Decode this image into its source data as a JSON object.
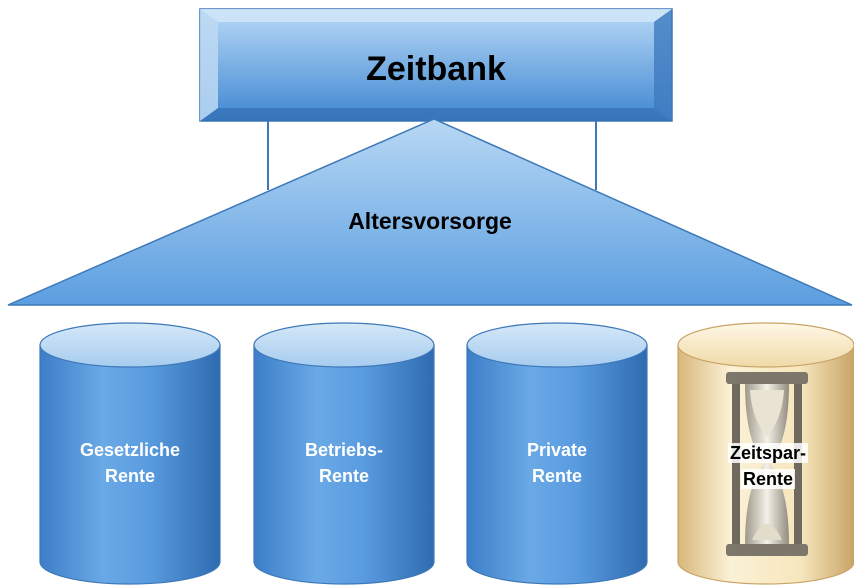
{
  "title": "Zeitbank",
  "roof": "Altersvorsorge",
  "pillars": [
    {
      "line1": "Gesetzliche",
      "line2": "Rente"
    },
    {
      "line1": "Betriebs-",
      "line2": "Rente"
    },
    {
      "line1": "Private",
      "line2": "Rente"
    },
    {
      "line1": "Zeitspar-",
      "line2": "Rente",
      "image": "hourglass"
    }
  ],
  "colors": {
    "blue_light": "#9cc8ef",
    "blue_mid": "#5d9fde",
    "blue_dark": "#2f6fb5",
    "outline": "#3d78b8",
    "gold": "#f3e2b8"
  }
}
